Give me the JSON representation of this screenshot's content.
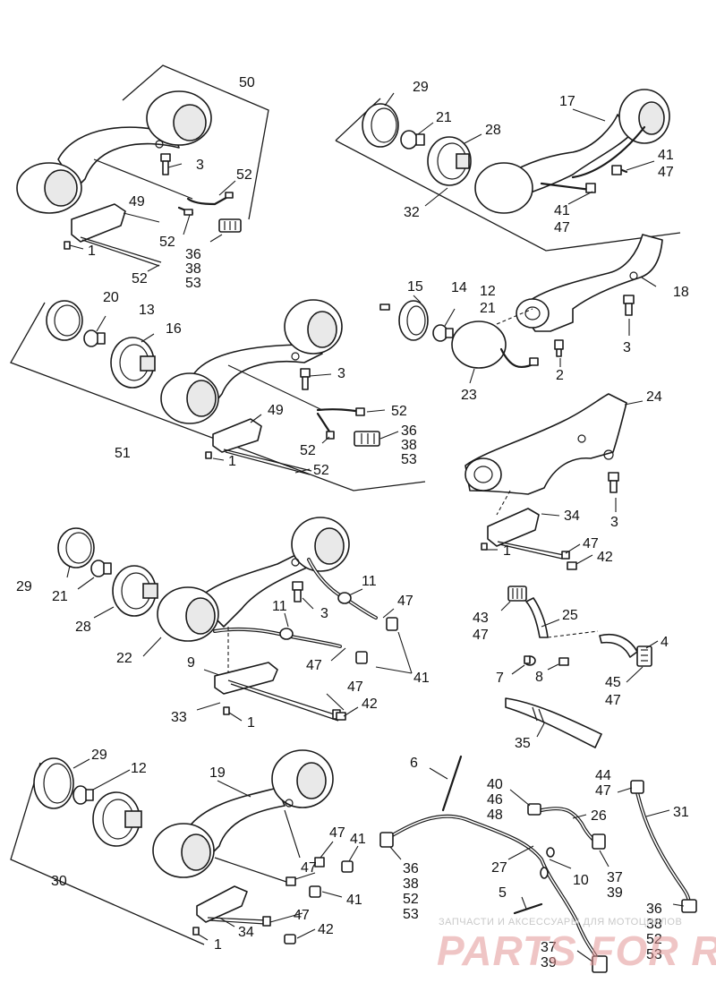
{
  "callouts": {
    "c50": "50",
    "c3a": "3",
    "c52a": "52",
    "c49a": "49",
    "c1a": "1",
    "c52b": "52",
    "c36a": "36",
    "c38a": "38",
    "c53a": "53",
    "c52c": "52",
    "c29a": "29",
    "c21a": "21",
    "c28a": "28",
    "c17": "17",
    "c41a": "41",
    "c47a": "47",
    "c41b": "41",
    "c47b": "47",
    "c32": "32",
    "c20": "20",
    "c13": "13",
    "c16": "16",
    "c3b": "3",
    "c49b": "49",
    "c52d": "52",
    "c36b": "36",
    "c38b": "38",
    "c53b": "53",
    "c52e": "52",
    "c1b": "1",
    "c52f": "52",
    "c51": "51",
    "c15": "15",
    "c14": "14",
    "c12a": "12",
    "c21b": "21",
    "c18": "18",
    "c3c": "3",
    "c2": "2",
    "c23": "23",
    "c24": "24",
    "c3d": "3",
    "c34a": "34",
    "c1c": "1",
    "c47c": "47",
    "c42a": "42",
    "c29b": "29",
    "c21c": "21",
    "c28b": "28",
    "c22": "22",
    "c11a": "11",
    "c11b": "11",
    "c3e": "3",
    "c47d": "47",
    "c47e": "47",
    "c41c": "41",
    "c9": "9",
    "c33": "33",
    "c47f": "47",
    "c42b": "42",
    "c1d": "1",
    "c43": "43",
    "c47g": "47",
    "c25": "25",
    "c4": "4",
    "c7": "7",
    "c8": "8",
    "c45": "45",
    "c47h": "47",
    "c35": "35",
    "c29c": "29",
    "c12b": "12",
    "c19": "19",
    "c47i": "47",
    "c41d": "41",
    "c47j": "47",
    "c41e": "41",
    "c47k": "47",
    "c30": "30",
    "c34b": "34",
    "c42c": "42",
    "c1e": "1",
    "c6": "6",
    "c40": "40",
    "c46": "46",
    "c48": "48",
    "c26": "26",
    "c44": "44",
    "c47l": "47",
    "c31": "31",
    "c36c": "36",
    "c38c": "38",
    "c52g": "52",
    "c53c": "53",
    "c27": "27",
    "c10": "10",
    "c37a": "37",
    "c39a": "39",
    "c5": "5",
    "c36d": "36",
    "c38d": "38",
    "c52h": "52",
    "c53d": "53",
    "c37b": "37",
    "c39b": "39"
  },
  "watermark": {
    "small_text": "ЗАПЧАСТИ И АКСЕССУАРЫ ДЛЯ МОТОЦИКЛОВ",
    "big_text": "PARTS FOR RU"
  }
}
